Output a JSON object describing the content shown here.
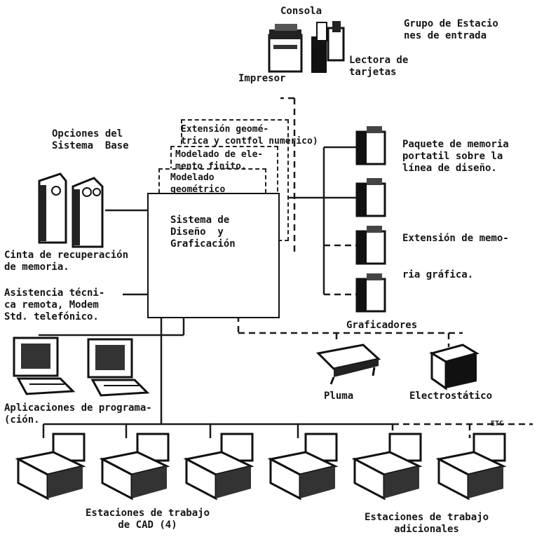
{
  "central": {
    "label": "Sistema de\nDiseño  y\nGraficación"
  },
  "stacked_modules": [
    "Extensión geomé-\ntrica y contfol numerico)",
    "Modelado de ele-\nmento finito.",
    "Modelado\ngeométrico"
  ],
  "top": {
    "console": "Consola",
    "printer": "Impresor",
    "card_reader": "Lectora de\ntarjetas",
    "input_group": "Grupo de Estacio\nnes de entrada"
  },
  "left": {
    "base_options": "Opciones del\nSistema  Base",
    "tape": "Cinta de recuperación\nde memoria.",
    "remote": "Asistencia técni-\nca remota, Modem\nStd. telefónico.",
    "programming": "Aplicaciones de programa-\n(ción."
  },
  "right": {
    "memory_pack": "Paquete de memoria\nportatil sobre la\nlínea de diseño.",
    "memory_ext_1": "Extensión de memo-",
    "memory_ext_2": "ria gráfica."
  },
  "plotters": {
    "title": "Graficadores",
    "pen": "Pluma",
    "electrostatic": "Electrostático"
  },
  "workstations": {
    "cad": "Estaciones de trabajo\nde CAD (4)",
    "additional": "Estaciones de trabajo\nadicionales",
    "etc": "ETC"
  },
  "icons": [
    "printer-icon",
    "card-reader-icon",
    "tape-drive-icon",
    "terminal-icon",
    "disk-pack-icon",
    "pen-plotter-icon",
    "electrostatic-plotter-icon",
    "workstation-icon"
  ]
}
